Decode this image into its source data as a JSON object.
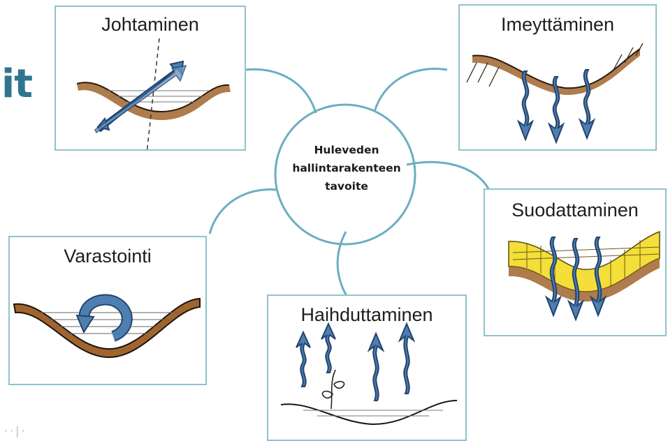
{
  "title_fragment": "it",
  "footer_fragment": "··|·",
  "hub": {
    "lines": [
      "Huleveden",
      "hallintarakenteen",
      "tavoite"
    ]
  },
  "boxes": {
    "johtaminen": {
      "label": "Johtaminen"
    },
    "imeyttaminen": {
      "label": "Imeyttäminen"
    },
    "suodattaminen": {
      "label": "Suodattaminen"
    },
    "haihduttaminen": {
      "label": "Haihduttaminen"
    },
    "varastointi": {
      "label": "Varastointi"
    }
  },
  "colors": {
    "frame": "#8ec3cc",
    "connector": "#6aaec0",
    "arrow_fill": "#4f7fb0",
    "arrow_stroke": "#22446e",
    "soil": "#a0652e",
    "filter_layer": "#f3de3a",
    "title": "#2f7590"
  }
}
